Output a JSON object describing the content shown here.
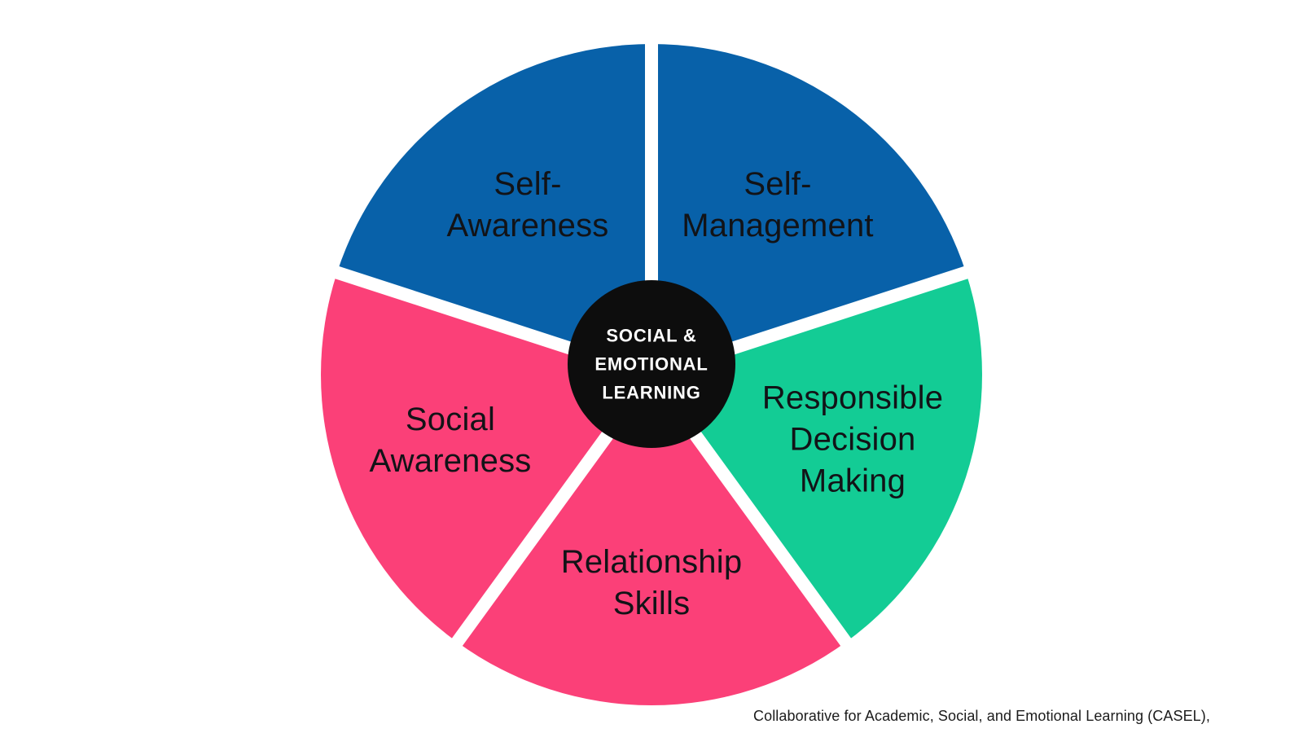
{
  "wheel": {
    "center": {
      "title": "SOCIAL &\nEMOTIONAL\nLEARNING",
      "bg_color": "#0d0d0d",
      "text_color": "#ffffff"
    },
    "segments": [
      {
        "id": "self-awareness",
        "label": "Self-\nAwareness",
        "color": "#0861A9"
      },
      {
        "id": "self-management",
        "label": "Self-\nManagement",
        "color": "#0861A9"
      },
      {
        "id": "responsible-decision-making",
        "label": "Responsible\nDecision\nMaking",
        "color": "#13CC95"
      },
      {
        "id": "relationship-skills",
        "label": "Relationship\nSkills",
        "color": "#FB4078"
      },
      {
        "id": "social-awareness",
        "label": "Social\nAwareness",
        "color": "#FB4078"
      }
    ],
    "divider_color": "#ffffff",
    "caption": "Collaborative for Academic, Social, and Emotional Learning (CASEL),"
  }
}
